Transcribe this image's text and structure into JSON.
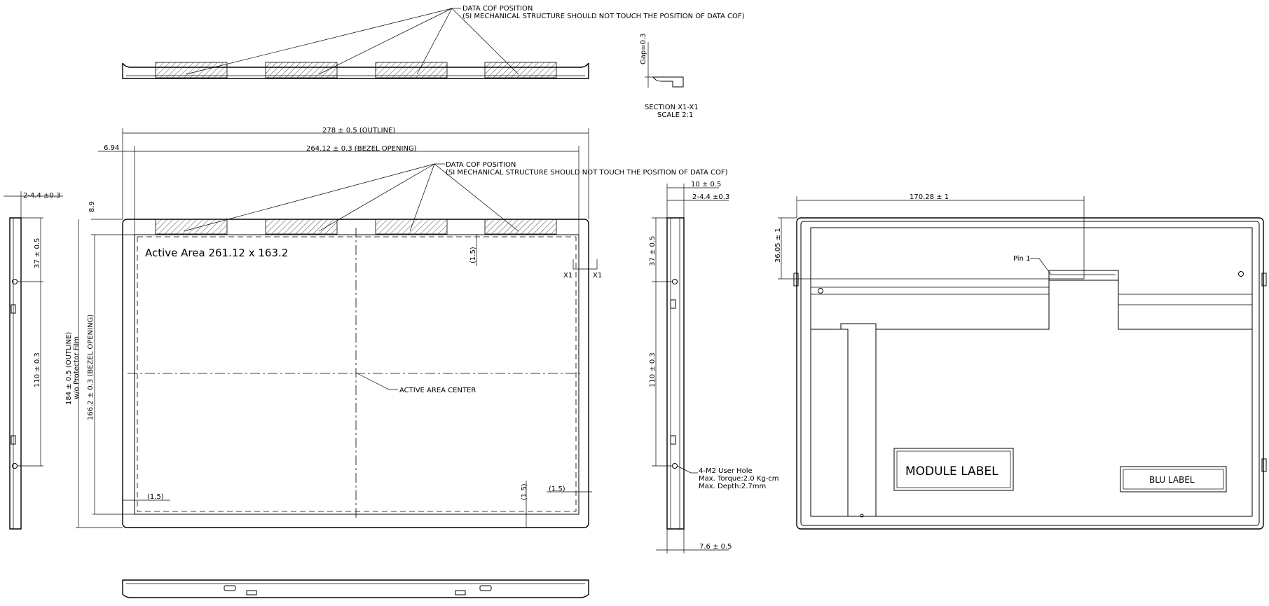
{
  "top_view": {
    "cof_label": "DATA COF POSITION",
    "cof_note": "(SI MECHANICAL STRUCTURE SHOULD NOT TOUCH THE POSITION OF DATA COF)"
  },
  "section": {
    "gap": "Gap=0.3",
    "title": "SECTION  X1-X1",
    "scale": "SCALE   2:1"
  },
  "front_view": {
    "outline_width": "278 ± 0.5  (OUTLINE)",
    "bezel_width": "264.12 ± 0.3  (BEZEL OPENING)",
    "left_offset": "6.94",
    "top_offset": "8.9",
    "cof_label": "DATA COF POSITION",
    "cof_note": "(SI MECHANICAL STRUCTURE SHOULD NOT TOUCH THE POSITION OF DATA COF)",
    "active_area": "Active  Area  261.12  x  163.2",
    "active_center": "ACTIVE AREA CENTER",
    "gap_top": "(1.5)",
    "gap_left": "(1.5)",
    "gap_bottom": "(1.5)",
    "gap_right": "(1.5)",
    "x1_left": "X1",
    "x1_right": "X1",
    "height_outline": "184 ± 0.5  (OUTLINE)",
    "height_film": "w/o Protector Film",
    "height_bezel": "166.2 ± 0.3  (BEZEL OPENING)"
  },
  "left_side": {
    "holes": "2-4.4 ±0.3",
    "dim_top": "37 ± 0.5",
    "dim_pitch": "110 ± 0.3"
  },
  "right_side": {
    "dim_10": "10 ± 0.5",
    "holes": "2-4.4 ±0.3",
    "dim_top": "37 ± 0.5",
    "dim_pitch": "110 ± 0.3",
    "user_hole_1": "4-M2 User Hole",
    "user_hole_2": "Max. Torque:2.0 Kg-cm",
    "user_hole_3": "Max. Depth:2.7mm",
    "thickness": "7.6 ± 0.5"
  },
  "rear_view": {
    "dim_width": "170.28 ± 1",
    "dim_height": "36.05 ± 1",
    "pin": "Pin 1",
    "module_label": "MODULE  LABEL",
    "blu_label": "BLU  LABEL"
  }
}
